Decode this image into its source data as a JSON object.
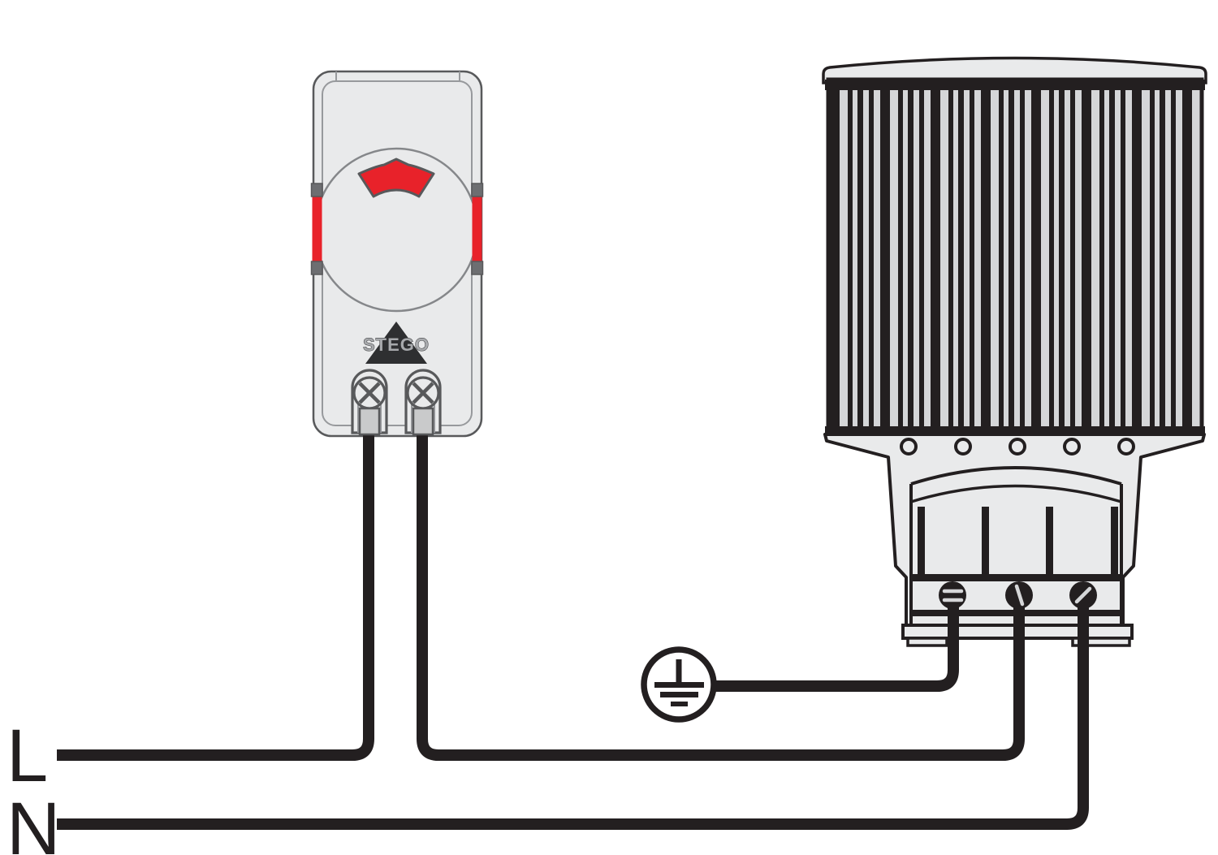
{
  "labels": {
    "line": "L",
    "neutral": "N",
    "brand": "STEGO"
  },
  "colors": {
    "wire_ink": "#231f20",
    "accent_red": "#e8222a",
    "device_fill": "#e9eaeb",
    "fin_shade": "#d5d6d8",
    "thermostat_outline": "#58595b",
    "seam_gray": "#97999c",
    "clamp_gray": "#c9cacb",
    "logo_dark": "#2e2f31",
    "logo_text": "#a7a9ac"
  },
  "components": {
    "thermostat": {
      "brand": "STEGO",
      "dial": "round setpoint dial with red pointer",
      "terminal_count": 2
    },
    "heater": {
      "style": "finned enclosure heater",
      "mounting_hole_count": 5,
      "terminal_count": 3
    },
    "earth_symbol": {
      "icon": "protective-earth-icon"
    }
  },
  "connections": [
    {
      "from": "L (line)",
      "to": "thermostat left terminal"
    },
    {
      "from": "thermostat right terminal",
      "to": "heater middle terminal"
    },
    {
      "from": "N (neutral)",
      "to": "heater right terminal"
    },
    {
      "from": "protective earth",
      "to": "heater left terminal"
    }
  ]
}
